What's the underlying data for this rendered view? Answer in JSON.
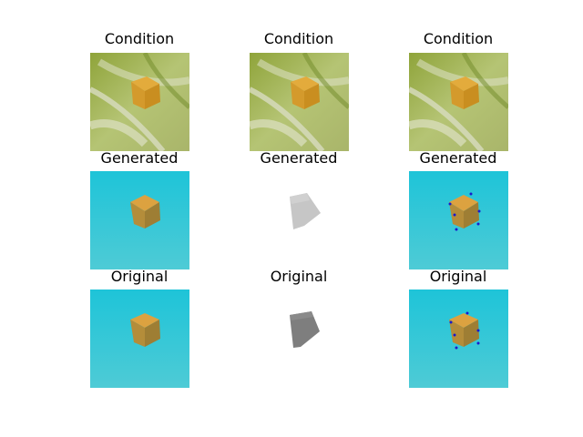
{
  "rows": [
    {
      "label": "Condition"
    },
    {
      "label": "Generated"
    },
    {
      "label": "Original"
    }
  ],
  "colors": {
    "leaf_light": "#b8c870",
    "leaf_dark": "#7e9a2e",
    "teal_bg": "#22c4d6",
    "cube_orange": "#d9a035",
    "gray_light": "#c4c4c4",
    "gray_dark": "#7a7a7a",
    "keypoint": "#1a1acc"
  }
}
